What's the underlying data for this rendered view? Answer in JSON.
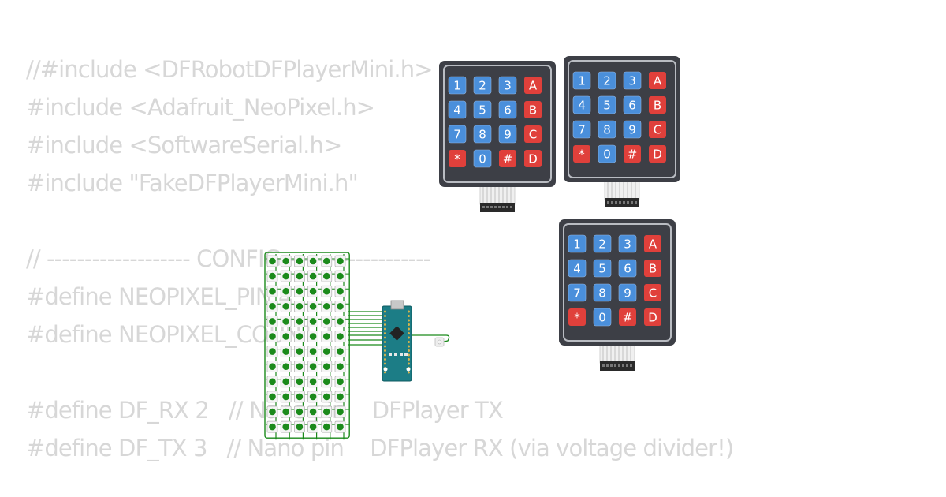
{
  "code": {
    "lines": [
      "//#include <DFRobotDFPlayerMini.h>",
      "#include <Adafruit_NeoPixel.h>",
      "#include <SoftwareSerial.h>",
      "#include \"FakeDFPlayerMini.h\"",
      "",
      "// ------------------- CONFIG -------------------",
      "#define NEOPIXEL_PIN 4",
      "#define NEOPIXEL_COUNT 1",
      "",
      "#define DF_RX 2   // Nano pin    DFPlayer TX",
      "#define DF_TX 3   // Nano pin    DFPlayer RX (via voltage divider!)"
    ]
  },
  "keypads": [
    {
      "rows": [
        [
          "1",
          "2",
          "3",
          "A"
        ],
        [
          "4",
          "5",
          "6",
          "B"
        ],
        [
          "7",
          "8",
          "9",
          "C"
        ],
        [
          "*",
          "0",
          "#",
          "D"
        ]
      ]
    },
    {
      "rows": [
        [
          "1",
          "2",
          "3",
          "A"
        ],
        [
          "4",
          "5",
          "6",
          "B"
        ],
        [
          "7",
          "8",
          "9",
          "C"
        ],
        [
          "*",
          "0",
          "#",
          "D"
        ]
      ]
    },
    {
      "rows": [
        [
          "1",
          "2",
          "3",
          "A"
        ],
        [
          "4",
          "5",
          "6",
          "B"
        ],
        [
          "7",
          "8",
          "9",
          "C"
        ],
        [
          "*",
          "0",
          "#",
          "D"
        ]
      ]
    }
  ],
  "colors": {
    "keypad_body": "#3d3f46",
    "keypad_border": "#b9bcc2",
    "key_number": "#4a8fdb",
    "key_letter": "#e0403b",
    "button_green": "#1b8a1b",
    "wire_green": "#1b8a1b",
    "nano_board": "#1c7d86",
    "code_text": "#d7d7d7"
  },
  "components": {
    "button_matrix": {
      "columns": 6,
      "rows": 12
    },
    "arduino_nano": {
      "icon": "arduino-nano-board-icon"
    },
    "neopixel": {
      "icon": "neopixel-led-icon"
    }
  }
}
